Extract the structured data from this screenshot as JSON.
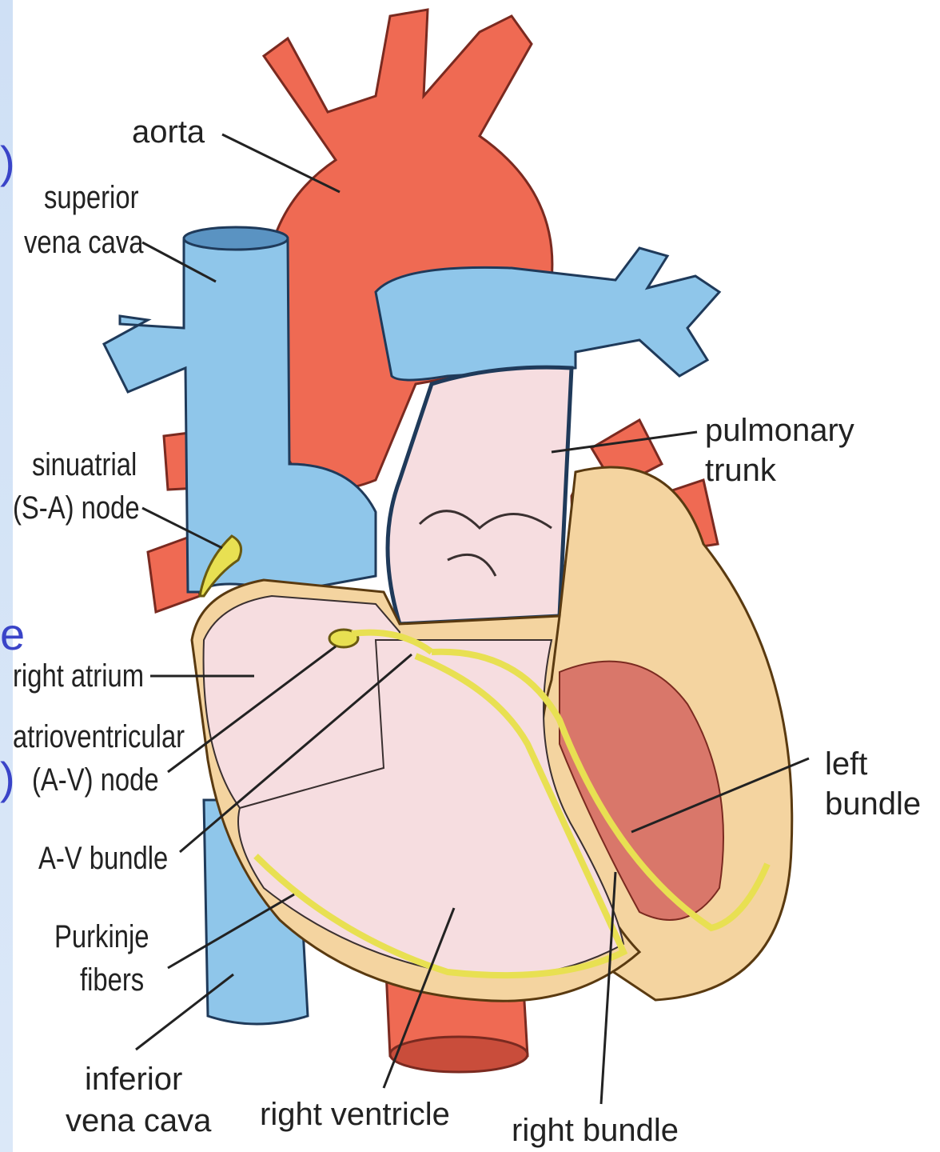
{
  "colors": {
    "artery": "#ef6a53",
    "artery_dark": "#c94d3b",
    "vein": "#8fc6ea",
    "vein_dark": "#5a93c2",
    "chamber": "#f6dde0",
    "myocardium": "#f4d4a0",
    "conduction": "#e8e052",
    "interior_dark": "#d9776a"
  },
  "labels": {
    "aorta": "aorta",
    "superior_vena_cava_1": "superior",
    "superior_vena_cava_2": "vena cava",
    "sa_node_1": "sinuatrial",
    "sa_node_2": "(S-A) node",
    "right_atrium": "right atrium",
    "av_node_1": "atrioventricular",
    "av_node_2": "(A-V) node",
    "av_bundle": "A-V bundle",
    "purkinje_1": "Purkinje",
    "purkinje_2": "fibers",
    "inferior_vena_cava_1": "inferior",
    "inferior_vena_cava_2": "vena cava",
    "right_ventricle": "right ventricle",
    "right_bundle": "right bundle",
    "left_bundle_1": "left",
    "left_bundle_2": "bundle",
    "pulmonary_trunk_1": "pulmonary",
    "pulmonary_trunk_2": "trunk"
  }
}
